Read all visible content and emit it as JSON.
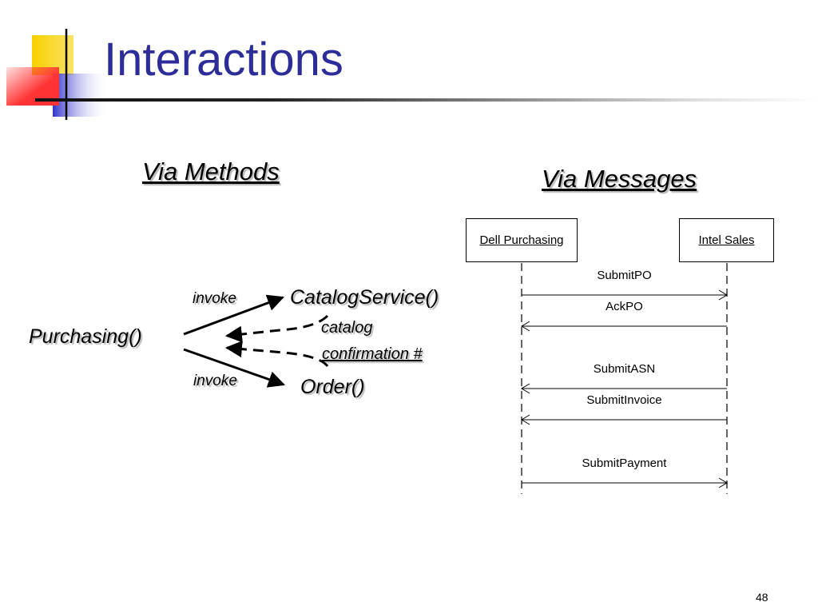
{
  "slide": {
    "title": "Interactions",
    "page_number": "48"
  },
  "methods": {
    "heading": "Via Methods",
    "caller": "Purchasing()",
    "invoke_top": "invoke",
    "invoke_bottom": "invoke",
    "target_top": "CatalogService()",
    "target_bottom": "Order()",
    "return_top": "catalog",
    "return_bottom": "confirmation #"
  },
  "messages": {
    "heading": "Via Messages",
    "lifeline_left": "Dell Purchasing",
    "lifeline_right": "Intel Sales",
    "items": [
      {
        "label": "SubmitPO",
        "direction": "right"
      },
      {
        "label": "AckPO",
        "direction": "left"
      },
      {
        "label": "SubmitASN",
        "direction": "left"
      },
      {
        "label": "SubmitInvoice",
        "direction": "left"
      },
      {
        "label": "SubmitPayment",
        "direction": "right"
      }
    ]
  },
  "colors": {
    "title": "#2d2d9a",
    "logo_yellow": "#f7d000",
    "logo_red": "#ff3333",
    "logo_blue": "#3333cc"
  }
}
